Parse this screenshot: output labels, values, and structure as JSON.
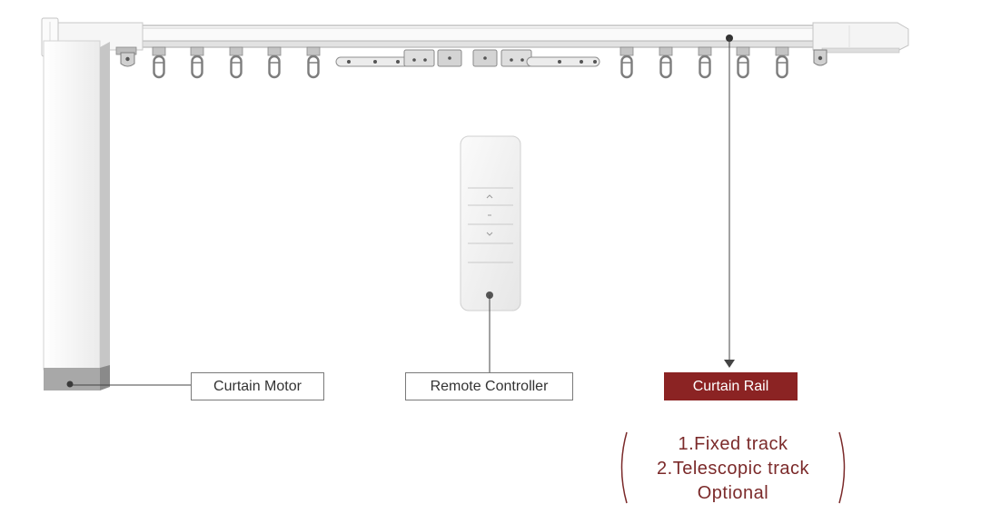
{
  "labels": {
    "motor": "Curtain Motor",
    "remote": "Remote Controller",
    "rail": "Curtain Rail"
  },
  "rail_options": {
    "items": [
      "1.Fixed track",
      "2.Telescopic track"
    ],
    "note": "Optional"
  },
  "remote": {
    "button_icons": [
      "chevron-up-icon",
      "stop-icon",
      "chevron-down-icon"
    ]
  },
  "colors": {
    "accent": "#8b2323",
    "option_text": "#7b2a2a"
  }
}
